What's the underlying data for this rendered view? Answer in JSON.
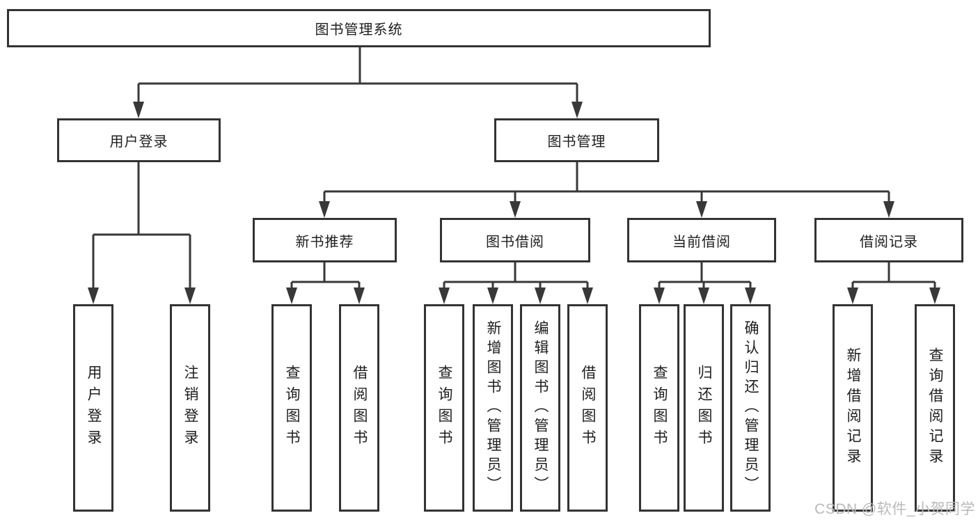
{
  "watermark": "CSDN @软件_小贺同学",
  "tree": {
    "root": {
      "label": "图书管理系统"
    },
    "level2": [
      {
        "label": "用户登录"
      },
      {
        "label": "图书管理"
      }
    ],
    "level3": [
      {
        "label": "新书推荐",
        "parent": "图书管理"
      },
      {
        "label": "图书借阅",
        "parent": "图书管理"
      },
      {
        "label": "当前借阅",
        "parent": "图书管理"
      },
      {
        "label": "借阅记录",
        "parent": "图书管理"
      }
    ],
    "leaves": [
      {
        "label": "用户登录",
        "parent": "用户登录"
      },
      {
        "label": "注销登录",
        "parent": "用户登录"
      },
      {
        "label": "查询图书",
        "parent": "新书推荐"
      },
      {
        "label": "借阅图书",
        "parent": "新书推荐"
      },
      {
        "label": "查询图书",
        "parent": "图书借阅"
      },
      {
        "label": "新增图书（管理员）",
        "parent": "图书借阅"
      },
      {
        "label": "编辑图书（管理员）",
        "parent": "图书借阅"
      },
      {
        "label": "借阅图书",
        "parent": "图书借阅"
      },
      {
        "label": "查询图书",
        "parent": "当前借阅"
      },
      {
        "label": "归还图书",
        "parent": "当前借阅"
      },
      {
        "label": "确认归还（管理员）",
        "parent": "当前借阅"
      },
      {
        "label": "新增借阅记录",
        "parent": "借阅记录"
      },
      {
        "label": "查询借阅记录",
        "parent": "借阅记录"
      }
    ]
  },
  "colors": {
    "line": "#383838",
    "text": "#1e1e1e",
    "background": "#ffffff",
    "watermark": "#b9b9b9"
  }
}
